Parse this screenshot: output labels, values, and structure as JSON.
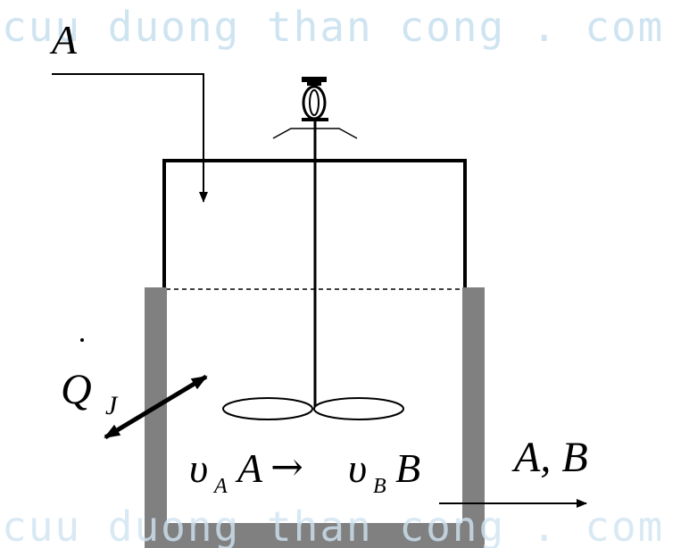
{
  "watermark": {
    "top": "cuu duong than cong . com",
    "bottom": "cuu duong than cong . com"
  },
  "labels": {
    "feed": "A",
    "heat": "Q",
    "heat_subscript": "J",
    "outlet": "A, B"
  },
  "reaction": {
    "coef_a": "υ",
    "sub_a": "A",
    "species_a": "A",
    "arrow": "→",
    "coef_b": "υ",
    "sub_b": "B",
    "species_b": "B"
  },
  "colors": {
    "wall": "#808080",
    "line": "#000000",
    "watermark": "#cfe4f1"
  }
}
